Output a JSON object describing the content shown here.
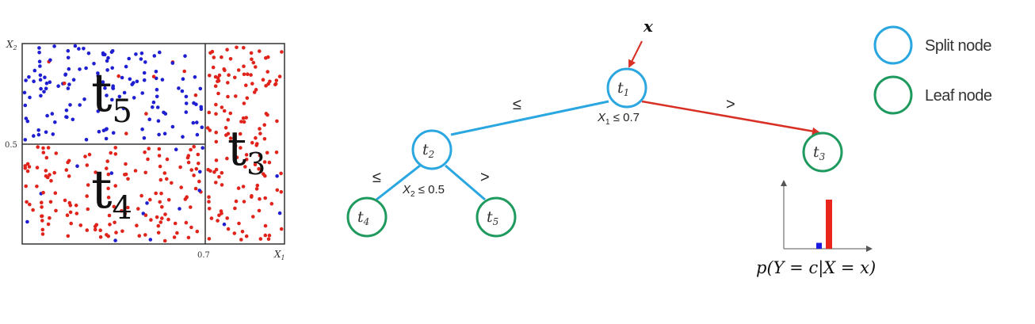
{
  "partition": {
    "x_axis_label": "X",
    "x_axis_sub": "1",
    "y_axis_label": "X",
    "y_axis_sub": "2",
    "x_tick": "0.7",
    "y_tick": "0.5",
    "region_t5": {
      "letter": "t",
      "sub": "5"
    },
    "region_t4": {
      "letter": "t",
      "sub": "4"
    },
    "region_t3": {
      "letter": "t",
      "sub": "3"
    },
    "colors": {
      "blue_points": "#1f1fd1",
      "red_points": "#e0241c"
    }
  },
  "tree": {
    "input_label": "x",
    "node_t1": {
      "letter": "t",
      "sub": "1"
    },
    "node_t2": {
      "letter": "t",
      "sub": "2"
    },
    "node_t3": {
      "letter": "t",
      "sub": "3"
    },
    "node_t4": {
      "letter": "t",
      "sub": "4"
    },
    "node_t5": {
      "letter": "t",
      "sub": "5"
    },
    "edge_le_root": "≤",
    "edge_gt_root": ">",
    "edge_le_t2": "≤",
    "edge_gt_t2": ">",
    "split_t1": {
      "var": "X",
      "sub": "1",
      "rest": " ≤ 0.7"
    },
    "split_t2": {
      "var": "X",
      "sub": "2",
      "rest": " ≤ 0.5"
    },
    "colors": {
      "split": "#2aa7e0",
      "leaf": "#1f9a5e",
      "path": "#d93025"
    }
  },
  "legend": {
    "split_label": "Split node",
    "leaf_label": "Leaf node"
  },
  "histogram": {
    "formula": "p(Y = c|X = x)",
    "bars": [
      {
        "class": "blue",
        "value": 0.12,
        "color": "#1a1ae0"
      },
      {
        "class": "red",
        "value": 1.0,
        "color": "#e8261c"
      }
    ]
  }
}
